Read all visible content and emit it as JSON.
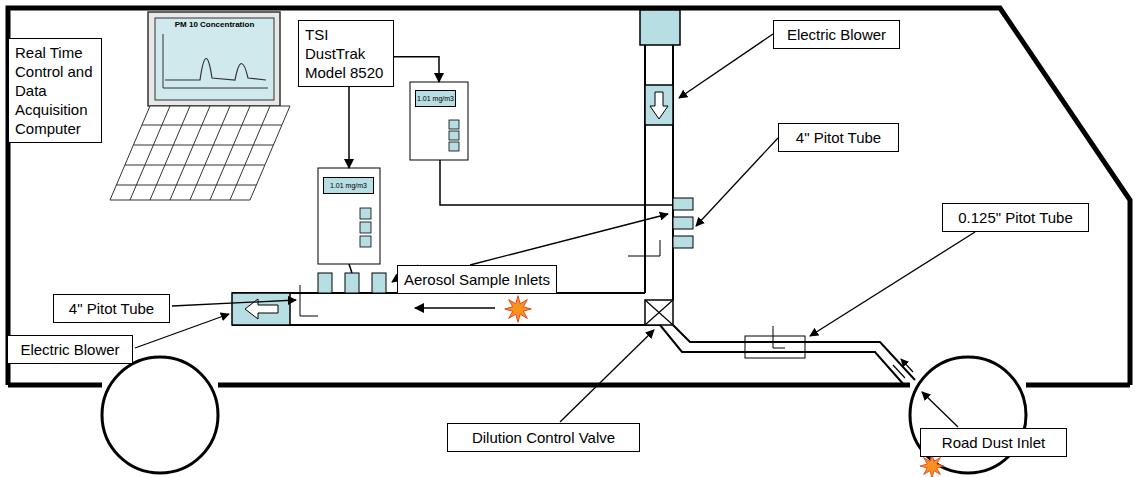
{
  "diagram": {
    "nodes": [
      {
        "text": [
          "PM 10 Concentration"
        ]
      },
      {
        "text": [
          "Real Time Control and Data Acquisition Computer"
        ]
      },
      {
        "text": [
          "TSI DustTrak Model 8520"
        ]
      },
      {
        "text": [
          "1.01 mg/m3"
        ]
      },
      {
        "text": [
          "1.01 mg/m3"
        ]
      },
      {
        "text": [
          "Electric Blower"
        ]
      },
      {
        "text": [
          "4\" Pitot Tube"
        ]
      },
      {
        "text": [
          "Aerosol Sample Inlets"
        ]
      },
      {
        "text": [
          "0.125\" Pitot Tube"
        ]
      },
      {
        "text": [
          "4\" Pitot Tube"
        ]
      },
      {
        "text": [
          "Electric Blower"
        ]
      },
      {
        "text": [
          "Dilution Control Valve"
        ]
      },
      {
        "text": [
          "Road Dust Inlet"
        ]
      }
    ],
    "edges": [
      {
        "from": 2,
        "to": 3,
        "arrow": "to"
      },
      {
        "from": 2,
        "to": 4,
        "arrow": "to"
      }
    ]
  }
}
